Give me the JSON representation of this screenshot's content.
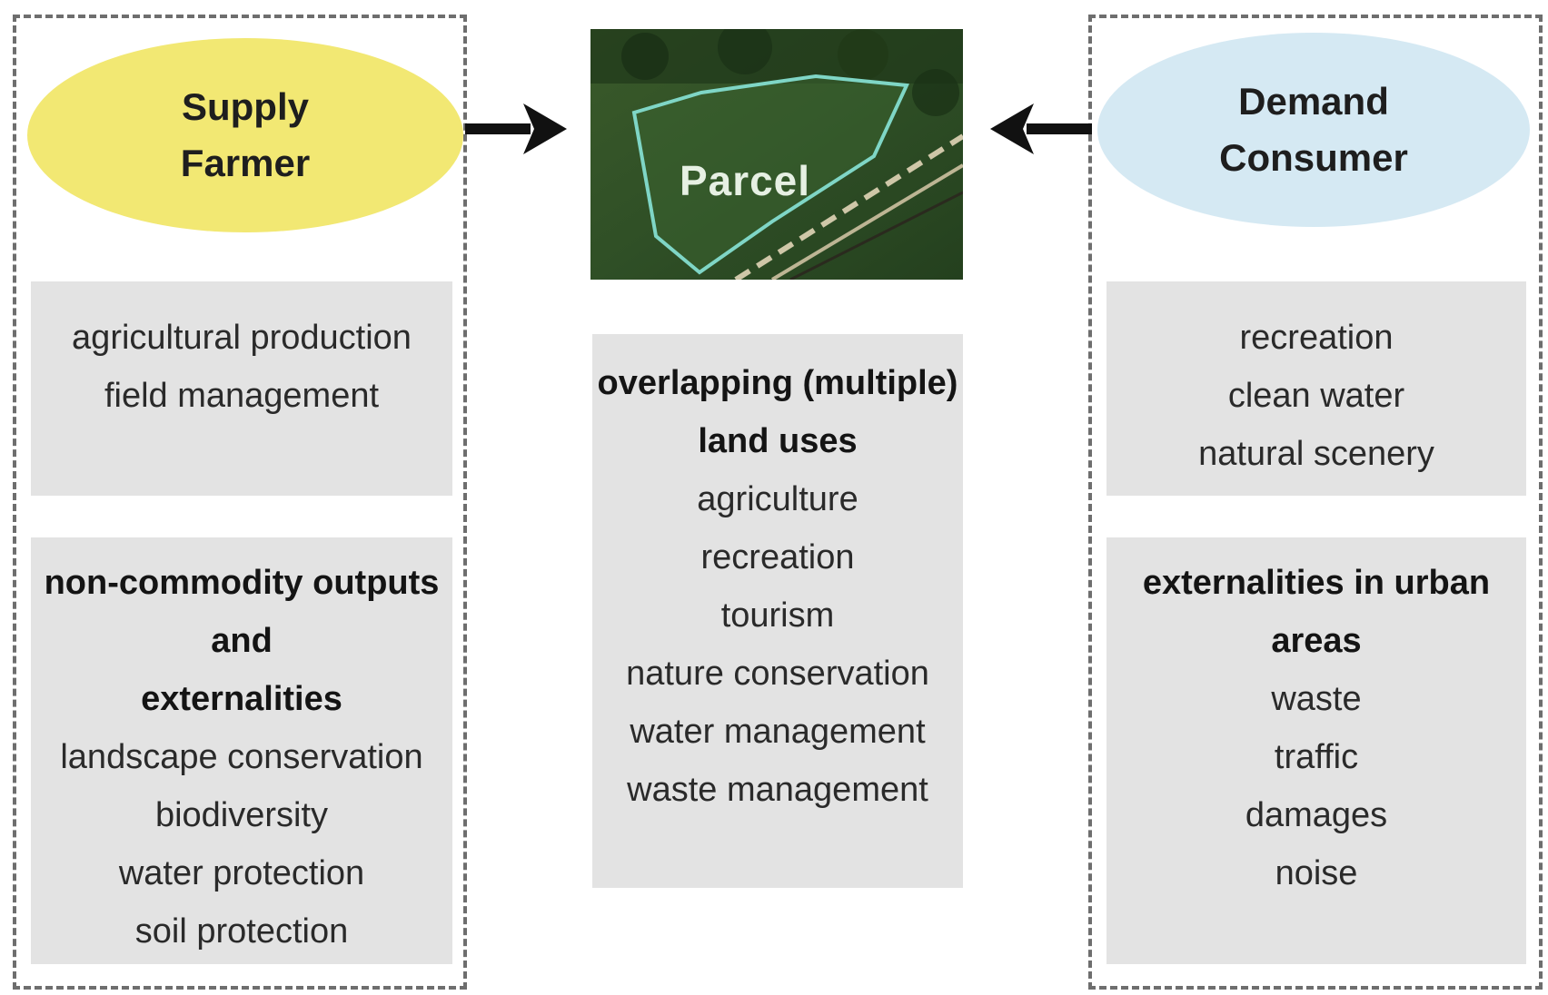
{
  "supply": {
    "title": "Supply",
    "subtitle": "Farmer",
    "color": "#f2e873",
    "box_top": {
      "lines": [
        "agricultural production",
        "field management"
      ]
    },
    "box_bottom": {
      "heading": [
        "non-commodity outputs",
        "and",
        "externalities"
      ],
      "items": [
        "landscape conservation",
        "biodiversity",
        "water protection",
        "soil protection"
      ]
    }
  },
  "parcel": {
    "label": "Parcel",
    "box": {
      "heading": [
        "overlapping (multiple)",
        "land uses"
      ],
      "items": [
        "agriculture",
        "recreation",
        "tourism",
        "nature conservation",
        "water management",
        "waste management"
      ]
    }
  },
  "demand": {
    "title": "Demand",
    "subtitle": "Consumer",
    "color": "#d5e9f3",
    "box_top": {
      "lines": [
        "recreation",
        "clean water",
        "natural scenery"
      ]
    },
    "box_bottom": {
      "heading": [
        "externalities in urban",
        "areas"
      ],
      "items": [
        "waste",
        "traffic",
        "damages",
        "noise"
      ]
    }
  },
  "colors": {
    "box_bg": "#e3e3e3",
    "frame": "#6e6e6e",
    "arrow": "#111111"
  }
}
